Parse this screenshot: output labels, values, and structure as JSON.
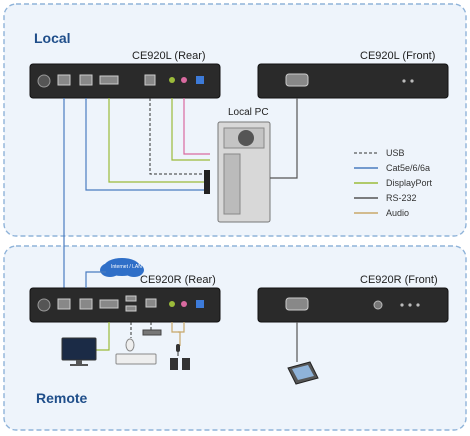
{
  "zones": {
    "local": {
      "title": "Local"
    },
    "remote": {
      "title": "Remote"
    }
  },
  "devices": {
    "ce920l_rear": {
      "title": "CE920L (Rear)"
    },
    "ce920l_front": {
      "title": "CE920L (Front)"
    },
    "ce920r_rear": {
      "title": "CE920R (Rear)"
    },
    "ce920r_front": {
      "title": "CE920R (Front)"
    },
    "local_pc": {
      "title": "Local PC"
    },
    "lan_cloud": {
      "label": "Internet / LAN"
    }
  },
  "legend": [
    {
      "label": "USB",
      "color": "#333333",
      "style": "dashed"
    },
    {
      "label": "Cat5e/6/6a",
      "color": "#4a7cc0",
      "style": "solid"
    },
    {
      "label": "DisplayPort",
      "color": "#9bbb3a",
      "style": "solid"
    },
    {
      "label": "RS-232",
      "color": "#555555",
      "style": "solid"
    },
    {
      "label": "Audio",
      "color": "#c8a86a",
      "style": "solid"
    }
  ],
  "colors": {
    "zone_border": "#8fb3d9",
    "zone_fill": "#eef4fb",
    "unit_body": "#2a2a2a",
    "cat5": "#4a7cc0",
    "displayport": "#9bbb3a",
    "usb": "#333333",
    "rs232": "#555555",
    "audio": "#c8a86a"
  }
}
